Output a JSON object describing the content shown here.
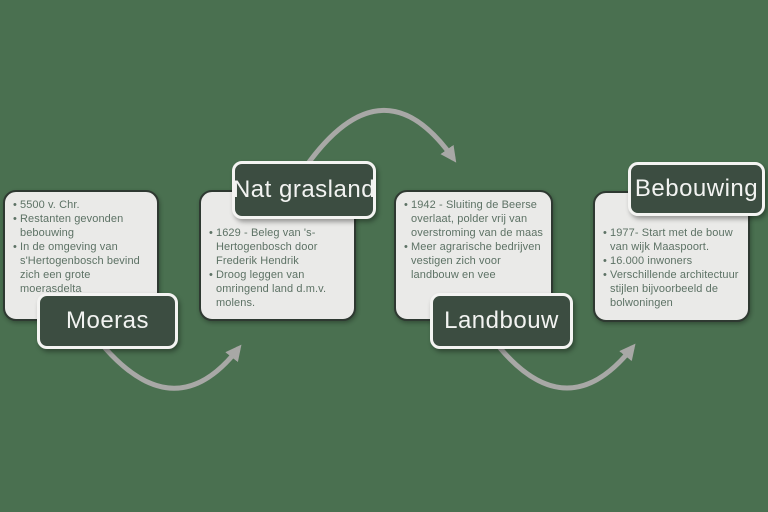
{
  "diagram": {
    "type": "process-timeline",
    "stages": [
      {
        "id": "moeras",
        "label": "Moeras",
        "label_position": "bottom",
        "bullets": [
          "5500 v. Chr.",
          "Restanten gevonden bebouwing",
          "In de omgeving van s'Hertogenbosch bevind zich een grote moerasdelta"
        ]
      },
      {
        "id": "nat-grasland",
        "label": "Nat grasland",
        "label_position": "top",
        "bullets": [
          "1629 - Beleg van 's-Hertogenbosch door Frederik Hendrik",
          "Droog leggen van omringend land d.m.v. molens."
        ]
      },
      {
        "id": "landbouw",
        "label": "Landbouw",
        "label_position": "bottom",
        "bullets": [
          "1942 - Sluiting de Beerse overlaat, polder vrij van overstroming van de maas",
          "Meer agrarische bedrijven vestigen zich voor landbouw en vee"
        ]
      },
      {
        "id": "bebouwing",
        "label": "Bebouwing",
        "label_position": "top",
        "bullets": [
          "1977- Start met de bouw van wijk Maaspoort.",
          "16.000 inwoners",
          "Verschillende architectuur stijlen bijvoorbeeld de bolwoningen"
        ]
      }
    ],
    "arrows": [
      {
        "from": "Moeras",
        "to": "Nat grasland",
        "curve": "down"
      },
      {
        "from": "Nat grasland",
        "to": "Landbouw",
        "curve": "up"
      },
      {
        "from": "Landbouw",
        "to": "Bebouwing",
        "curve": "down"
      }
    ]
  },
  "colors": {
    "background": "#4a7050",
    "card_bg": "#eaeae8",
    "card_border": "#2e3931",
    "card_text": "#5d7265",
    "label_bg": "#3c4d41",
    "label_border": "#f4f4f2",
    "label_text": "#f2f3f1",
    "arrow": "#a8a8a6"
  }
}
